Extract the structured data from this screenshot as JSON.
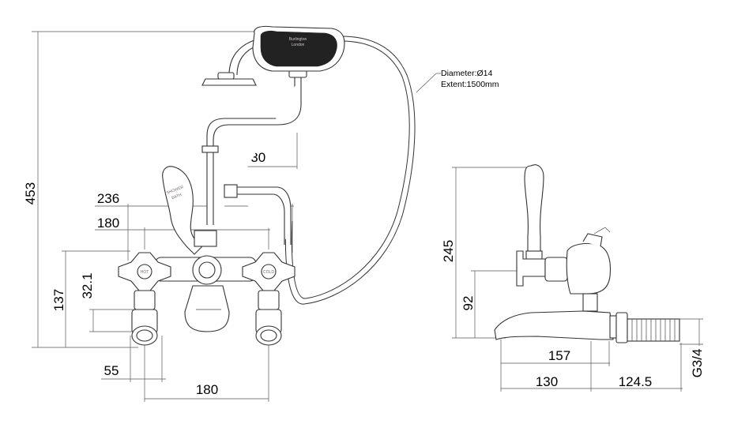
{
  "front_view": {
    "dimensions": {
      "overall_height": "453",
      "handset_offset": "130",
      "total_width": "236",
      "handle_centres": "180",
      "valve_height": "137",
      "inlet_height": "32.1",
      "inlet_width": "55",
      "inlet_centres": "180"
    },
    "hose_note": {
      "diameter": "Diameter:Ø14",
      "extent": "Extent:1500mm"
    },
    "handset_brand": {
      "name": "Burlington",
      "city": "London"
    },
    "lever_label": {
      "line1": "SHOWER",
      "line2": "BATH"
    },
    "handle_labels": {
      "left": "HOT",
      "right": "COLD"
    }
  },
  "side_view": {
    "dimensions": {
      "height": "245",
      "spout_height": "92",
      "spout_projection": "157",
      "spout_to_valve": "130",
      "shank_length": "124.5",
      "thread": "G3/4"
    }
  }
}
